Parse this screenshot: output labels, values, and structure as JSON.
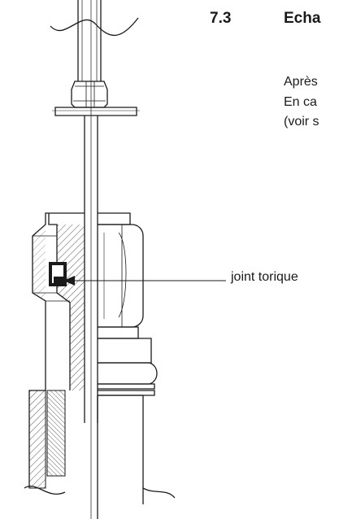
{
  "section": {
    "number": "7.3",
    "title": "Echa"
  },
  "body_lines": [
    "Après",
    "En ca",
    "(voir s"
  ],
  "callout_label": "joint torique"
}
